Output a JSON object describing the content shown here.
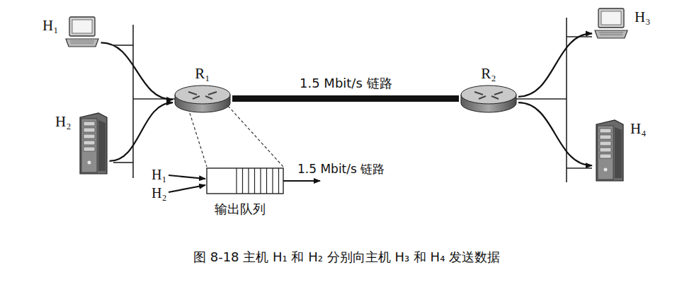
{
  "diagram": {
    "caption": "图 8-18 主机 H₁ 和 H₂ 分别向主机 H₃ 和 H₄ 发送数据",
    "nodes": [
      {
        "text": [
          "H₁"
        ]
      },
      {
        "text": [
          "H₂"
        ]
      },
      {
        "text": [
          "R₁"
        ]
      },
      {
        "text": [
          "R₂"
        ]
      },
      {
        "text": [
          "H₃"
        ]
      },
      {
        "text": [
          "H₄"
        ]
      }
    ],
    "edges": [
      {
        "from": 0,
        "to": 2,
        "arrow": "to"
      },
      {
        "from": 1,
        "to": 2,
        "arrow": "to"
      },
      {
        "from": 2,
        "to": 3,
        "arrow": "none",
        "label": "1.5 Mbit/s 链路"
      },
      {
        "from": 3,
        "to": 4,
        "arrow": "to"
      },
      {
        "from": 3,
        "to": 5,
        "arrow": "to"
      }
    ],
    "labels": [
      "H₁",
      "H₂",
      "1.5 Mbit/s 链路",
      "输出队列"
    ]
  }
}
